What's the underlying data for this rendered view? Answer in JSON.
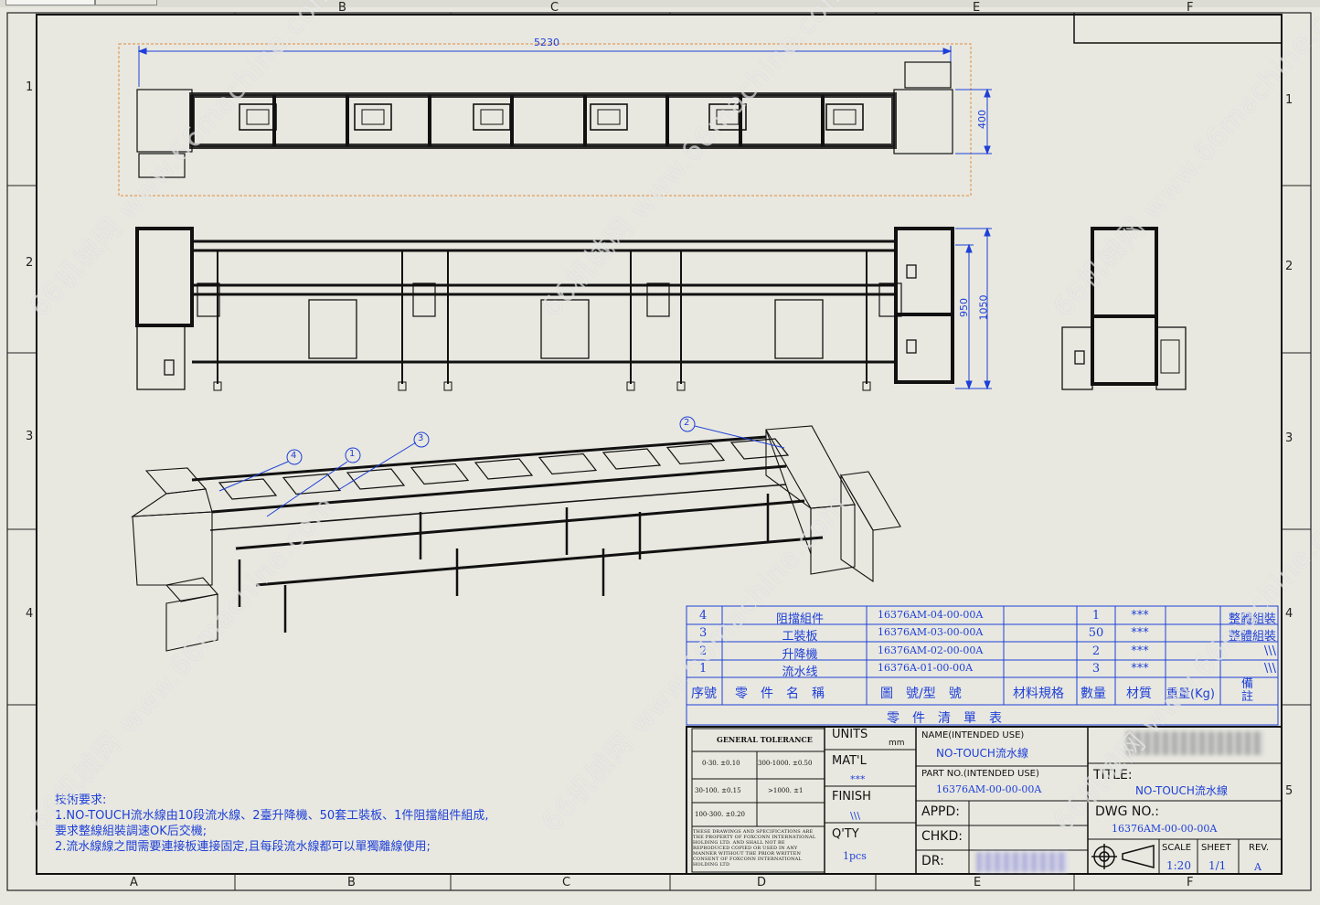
{
  "toolbar": {
    "tab_active": "",
    "tab_other": ""
  },
  "frame": {
    "col_letters": [
      "A",
      "B",
      "C",
      "D",
      "E",
      "F"
    ],
    "row_numbers": [
      "1",
      "2",
      "3",
      "4",
      "5"
    ]
  },
  "dims": {
    "length": "5230",
    "width": "400",
    "h1": "950",
    "h2": "1050"
  },
  "balloons": [
    "4",
    "1",
    "3",
    "2"
  ],
  "bom": {
    "rows": [
      {
        "no": "4",
        "name": "阻擋組件",
        "code": "16376AM-04-00-00A",
        "spec": "",
        "qty": "1",
        "mat": "***",
        "weight": "",
        "note": "整體組裝"
      },
      {
        "no": "3",
        "name": "工裝板",
        "code": "16376AM-03-00-00A",
        "spec": "",
        "qty": "50",
        "mat": "***",
        "weight": "",
        "note": "整體組裝"
      },
      {
        "no": "2",
        "name": "升降機",
        "code": "16376AM-02-00-00A",
        "spec": "",
        "qty": "2",
        "mat": "***",
        "weight": "",
        "note": "\\\\\\"
      },
      {
        "no": "1",
        "name": "流水线",
        "code": "16376A-01-00-00A",
        "spec": "",
        "qty": "3",
        "mat": "***",
        "weight": "",
        "note": "\\\\\\"
      }
    ],
    "headers": {
      "no": "序號",
      "name": "零　件　名　稱",
      "code": "圖　號/型　號",
      "spec": "材料規格",
      "qty": "數量",
      "mat": "材質",
      "weight": "重量(Kg)",
      "note": "備註"
    },
    "caption": "零　件　清　單　表"
  },
  "tolerance": {
    "title": "GENERAL TOLERANCE",
    "cells": [
      "0-30. ±0.10",
      "300-1000. ±0.50",
      "30-100. ±0.15",
      ">1000. ±1",
      "100-300. ±0.20"
    ],
    "notice": "THESE DRAWINGS AND SPECIFICATIONS ARE THE PROPERTY OF FOXCONN INTERNATIONAL HOLDING LTD. AND SHALL NOT BE REPRODUCED COPIED OR USED IN ANY MANNER WITHOUT THE PRIOR WRITTEN CONSENT OF FOXCONN INTERNATIONAL HOLDING LTD"
  },
  "title_block": {
    "units_label": "UNITS",
    "units_value": "mm",
    "matl_label": "MAT'L",
    "matl_value": "***",
    "finish_label": "FINISH",
    "finish_value": "\\\\\\",
    "qty_label": "Q'TY",
    "qty_value": "1pcs",
    "name_label": "NAME(INTENDED USE)",
    "name_value": "NO-TOUCH流水線",
    "part_label": "PART NO.(INTENDED USE)",
    "part_value": "16376AM-00-00-00A",
    "appd_label": "APPD:",
    "chkd_label": "CHKD:",
    "dr_label": "DR:",
    "title_label": "TITLE:",
    "title_value": "NO-TOUCH流水線",
    "dwg_label": "DWG NO.:",
    "dwg_value": "16376AM-00-00-00A",
    "scale_label": "SCALE",
    "scale_value": "1:20",
    "sheet_label": "SHEET",
    "sheet_value": "1/1",
    "rev_label": "REV.",
    "rev_value": "A"
  },
  "notes": {
    "heading": "技術要求:",
    "line1": "1.NO-TOUCH流水線由10段流水線、2臺升降機、50套工裝板、1件阻擋組件組成,",
    "line2": "要求整線組裝調速OK后交機;",
    "line3": "2.流水線線之間需要連接板連接固定,且每段流水線都可以單獨離線使用;"
  },
  "watermark": "66机械网 www.66machine.com"
}
